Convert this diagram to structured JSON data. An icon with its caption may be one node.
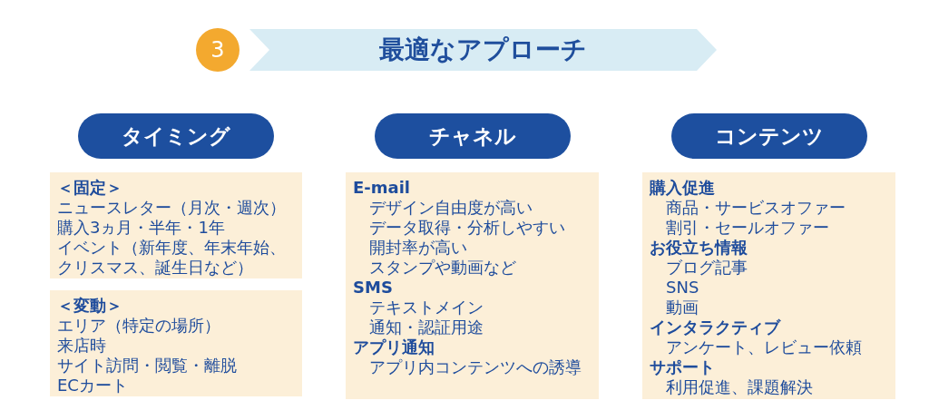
{
  "diagram": {
    "nodes": [
      {
        "text": [
          "3"
        ]
      },
      {
        "text": [
          "最適なアプローチ"
        ]
      },
      {
        "text": [
          "タイミング"
        ]
      },
      {
        "text": [
          "チャネル"
        ]
      },
      {
        "text": [
          "コンテンツ"
        ]
      },
      {
        "text": [
          "＜固定＞",
          "ニュースレター（月次・週次）",
          "購入3ヵ月・半年・1年",
          "イベント（新年度、年末年始、クリスマス、誕生日など）"
        ]
      },
      {
        "text": [
          "＜変動＞",
          "エリア（特定の場所）",
          "来店時",
          "サイト訪問・閲覧・離脱",
          "ECカート"
        ]
      },
      {
        "text": [
          "E-mail",
          "デザイン自由度が高い",
          "データ取得・分析しやすい",
          "開封率が高い",
          "スタンプや動画など",
          "SMS",
          "テキストメイン",
          "通知・認証用途",
          "アプリ通知",
          "アプリ内コンテンツへの誘導"
        ]
      },
      {
        "text": [
          "購入促進",
          "商品・サービスオファー",
          "割引・セールオファー",
          "お役立ち情報",
          "ブログ記事",
          "SNS",
          "動画",
          "インタラクティブ",
          "アンケート、レビュー依頼",
          "サポート",
          "利用促進、課題解決"
        ]
      }
    ]
  }
}
